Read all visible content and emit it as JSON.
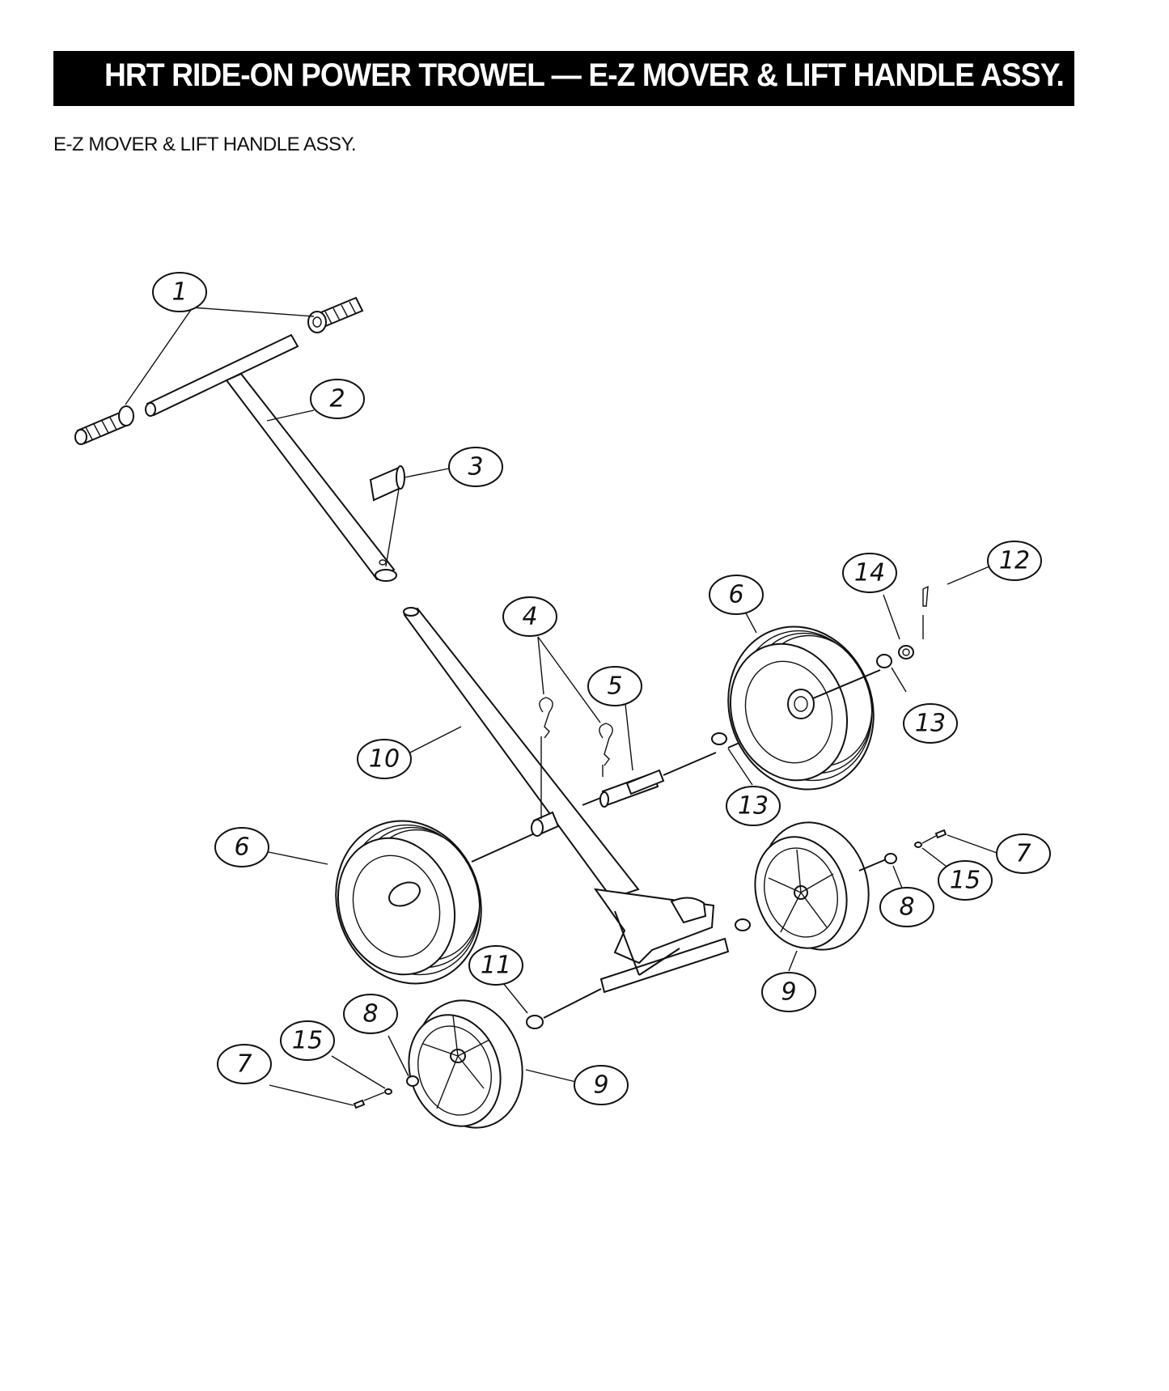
{
  "header": {
    "title": "HRT RIDE-ON POWER TROWEL  — E-Z MOVER & LIFT HANDLE  ASSY."
  },
  "section_title": "E-Z MOVER & LIFT HANDLE ASSY.",
  "callouts": [
    "1",
    "2",
    "3",
    "4",
    "5",
    "6",
    "6",
    "7",
    "7",
    "8",
    "8",
    "9",
    "9",
    "10",
    "11",
    "12",
    "13",
    "13",
    "14",
    "15",
    "15"
  ]
}
